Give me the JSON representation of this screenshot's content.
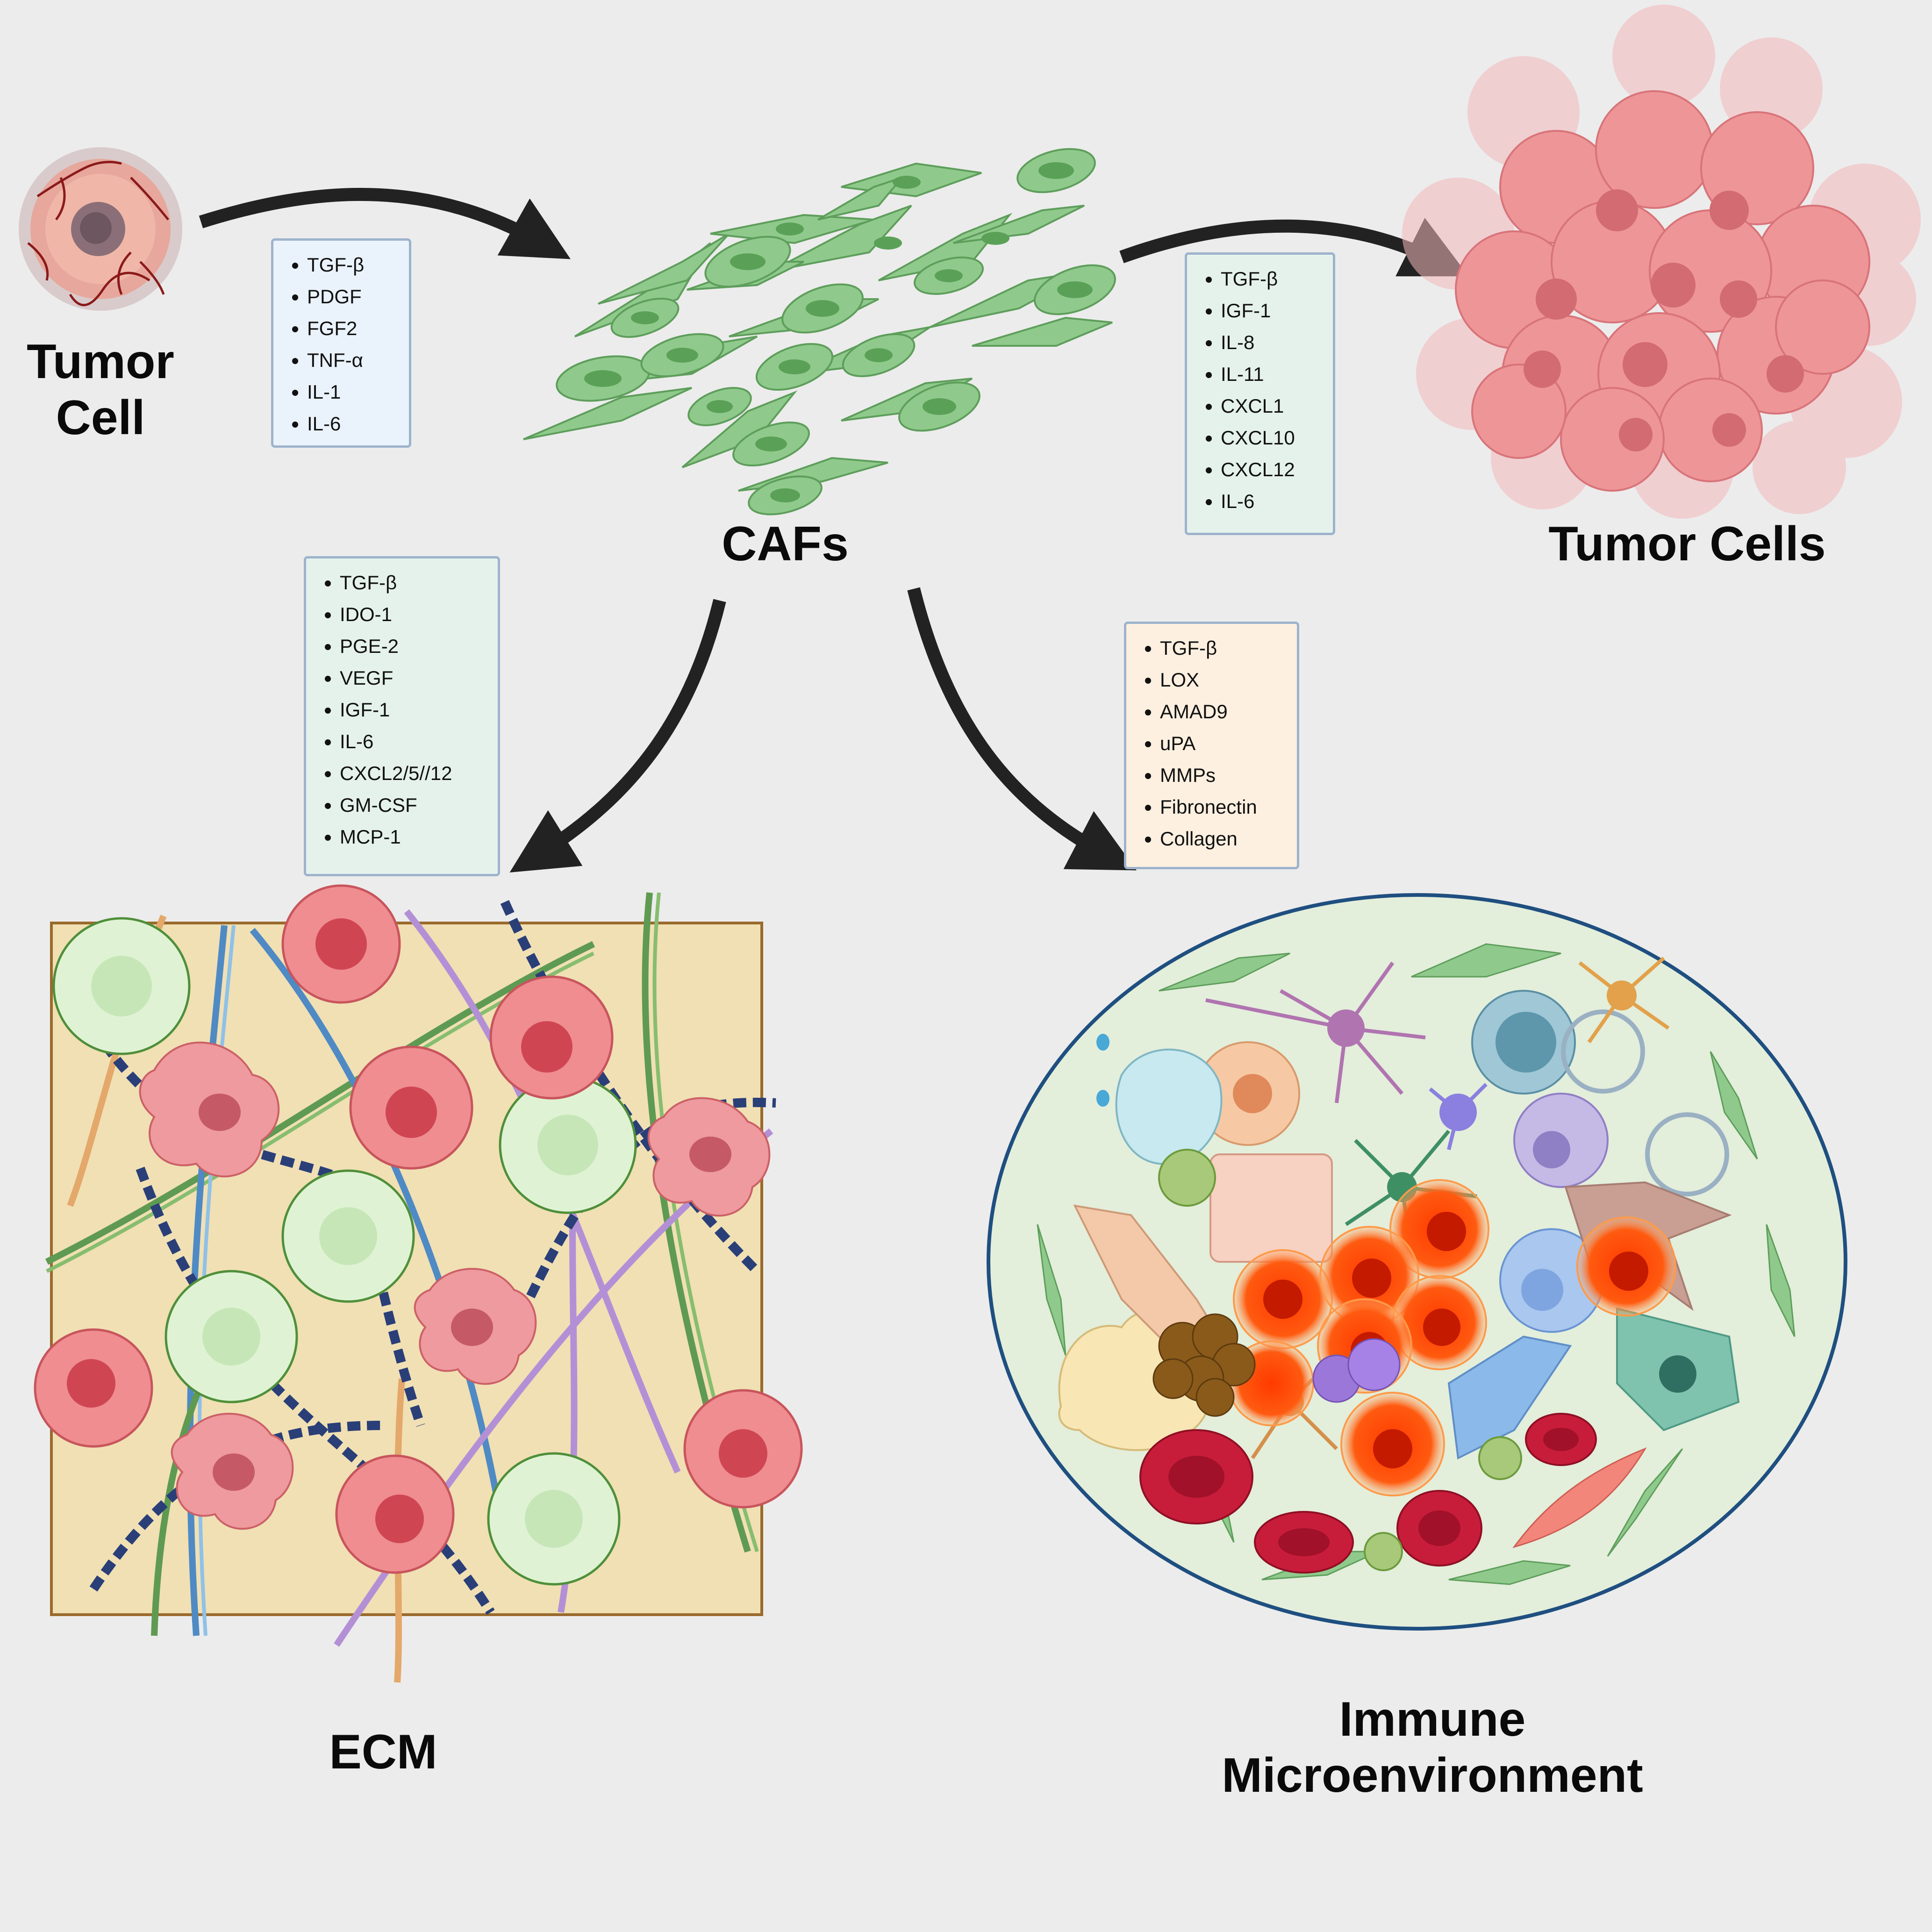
{
  "labels": {
    "tumor_cell": "Tumor\nCell",
    "cafs": "CAFs",
    "tumor_cells": "Tumor Cells",
    "ecm": "ECM",
    "immune": "Immune\nMicroenvironment"
  },
  "boxes": {
    "tumor_to_cafs": [
      "TGF-β",
      "PDGF",
      "FGF2",
      "TNF-α",
      "IL-1",
      "IL-6"
    ],
    "cafs_to_tumor": [
      "TGF-β",
      "IGF-1",
      "IL-8",
      "IL-11",
      "CXCL1",
      "CXCL10",
      "CXCL12",
      "IL-6"
    ],
    "cafs_to_ecm": [
      "TGF-β",
      "IDO-1",
      "PGE-2",
      "VEGF",
      "IGF-1",
      "IL-6",
      "CXCL2/5//12",
      "GM-CSF",
      "MCP-1"
    ],
    "cafs_to_immune": [
      "TGF-β",
      "LOX",
      "AMAD9",
      "uPA",
      "MMPs",
      "Fibronectin",
      "Collagen"
    ]
  },
  "colors": {
    "background": "#ececec",
    "arrow": "#222222",
    "caf_green": "#8fca8c",
    "tumor_pink": "#ec8a8e",
    "ecm_tan": "#f0e0b4",
    "ecm_border": "#9a6a2c",
    "immune_bg": "#e3eedb",
    "immune_border": "#1f4f80",
    "box_blue": "#eaf2fb",
    "box_mint": "#e5f2ec",
    "box_peach": "#fdf0e0"
  }
}
